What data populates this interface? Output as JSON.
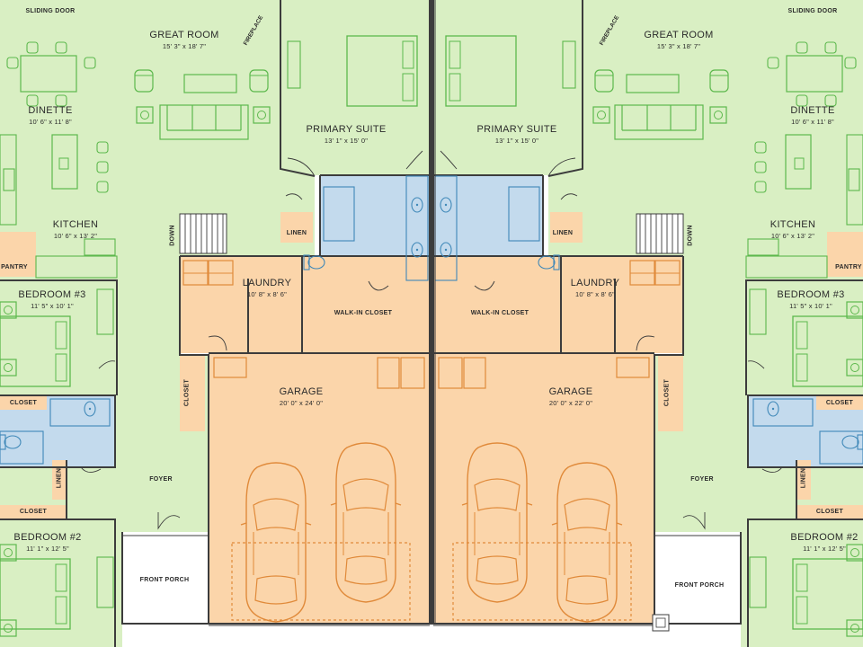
{
  "units": {
    "left": {
      "great_room": {
        "name": "GREAT ROOM",
        "dims": "15' 3\" x 18' 7\""
      },
      "dinette": {
        "name": "DINETTE",
        "dims": "10' 6\" x 11' 8\""
      },
      "kitchen": {
        "name": "KITCHEN",
        "dims": "10' 6\" x 13' 2\""
      },
      "pantry": {
        "name": "PANTRY"
      },
      "bedroom3": {
        "name": "BEDROOM #3",
        "dims": "11' 5\" x 10' 1\""
      },
      "bedroom2": {
        "name": "BEDROOM #2",
        "dims": "11' 1\" x 12' 5\""
      },
      "primary_suite": {
        "name": "PRIMARY SUITE",
        "dims": "13' 1\" x 15' 0\""
      },
      "laundry": {
        "name": "LAUNDRY",
        "dims": "10' 8\" x 8' 6\""
      },
      "walkin": {
        "name": "WALK-IN CLOSET"
      },
      "garage": {
        "name": "GARAGE",
        "dims": "20' 0\" x 24' 0\""
      },
      "linen_upper": "LINEN",
      "linen_lower": "LINEN",
      "closet_a": "CLOSET",
      "closet_b": "CLOSET",
      "closet_c": "CLOSET",
      "foyer": "FOYER",
      "front_porch": "FRONT PORCH",
      "sliding_door": "SLIDING DOOR",
      "fireplace": "FIREPLACE",
      "down": "DOWN"
    },
    "right": {
      "great_room": {
        "name": "GREAT ROOM",
        "dims": "15' 3\" x 18' 7\""
      },
      "dinette": {
        "name": "DINETTE",
        "dims": "10' 6\" x 11' 8\""
      },
      "kitchen": {
        "name": "KITCHEN",
        "dims": "10' 6\" x 13' 2\""
      },
      "pantry": {
        "name": "PANTRY"
      },
      "bedroom3": {
        "name": "BEDROOM #3",
        "dims": "11' 5\" x 10' 1\""
      },
      "bedroom2": {
        "name": "BEDROOM #2",
        "dims": "11' 1\" x 12' 5\""
      },
      "primary_suite": {
        "name": "PRIMARY SUITE",
        "dims": "13' 1\" x 15' 0\""
      },
      "laundry": {
        "name": "LAUNDRY",
        "dims": "10' 8\" x 8' 6\""
      },
      "walkin": {
        "name": "WALK-IN CLOSET"
      },
      "garage": {
        "name": "GARAGE",
        "dims": "20' 0\" x 22' 0\""
      },
      "linen_upper": "LINEN",
      "linen_lower": "LINEN",
      "closet_a": "CLOSET",
      "closet_b": "CLOSET",
      "closet_c": "CLOSET",
      "foyer": "FOYER",
      "front_porch": "FRONT PORCH",
      "sliding_door": "SLIDING DOOR",
      "fireplace": "FIREPLACE",
      "down": "DOWN"
    }
  },
  "colors": {
    "living": "#d9efc3",
    "wet": "#c3daed",
    "utility": "#fbd5aa",
    "porch": "#ffffff",
    "wall": "#3c3c3c",
    "furniture_living": "#5cb84c",
    "furniture_garage": "#e08a3a",
    "fixture": "#3f88b8"
  }
}
